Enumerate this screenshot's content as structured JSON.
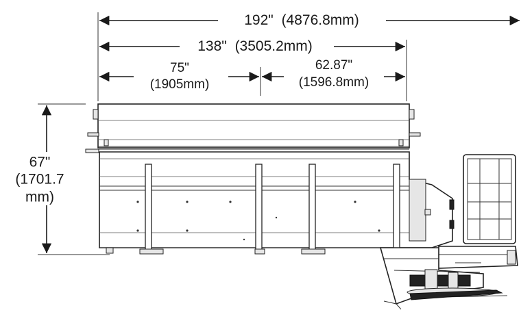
{
  "dimensions": {
    "overall_length": {
      "imperial": "192\"",
      "metric": "(4876.8mm)"
    },
    "body_length": {
      "imperial": "138\"",
      "metric": "(3505.2mm)"
    },
    "front_section": {
      "imperial": "75\"",
      "metric": "(1905mm)"
    },
    "rear_section": {
      "imperial": "62.87\"",
      "metric": "(1596.8mm)"
    },
    "height": {
      "imperial": "67\"",
      "metric_line1": "(1701.7",
      "metric_line2": "mm)"
    }
  }
}
